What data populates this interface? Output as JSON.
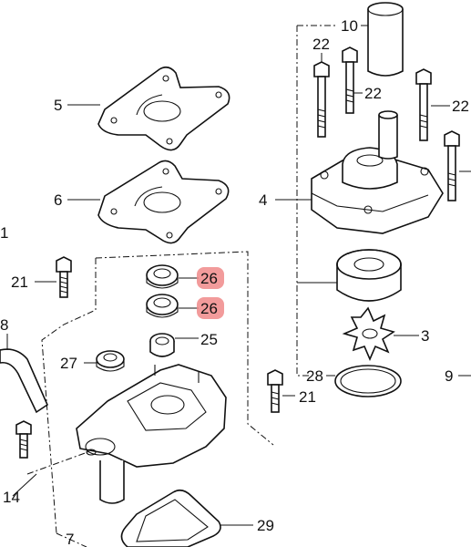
{
  "labels": {
    "p1": "1",
    "p3": "3",
    "p4": "4",
    "p5": "5",
    "p6": "6",
    "p7": "7",
    "p8": "8",
    "p9": "9",
    "p10": "10",
    "p14": "14",
    "p21a": "21",
    "p21b": "21",
    "p22a": "22",
    "p22b": "22",
    "p22c": "22",
    "p25": "25",
    "p26a": "26",
    "p26b": "26",
    "p27": "27",
    "p28": "28",
    "p29": "29"
  },
  "colors": {
    "highlight": "#f08a8a",
    "line": "#111111"
  }
}
